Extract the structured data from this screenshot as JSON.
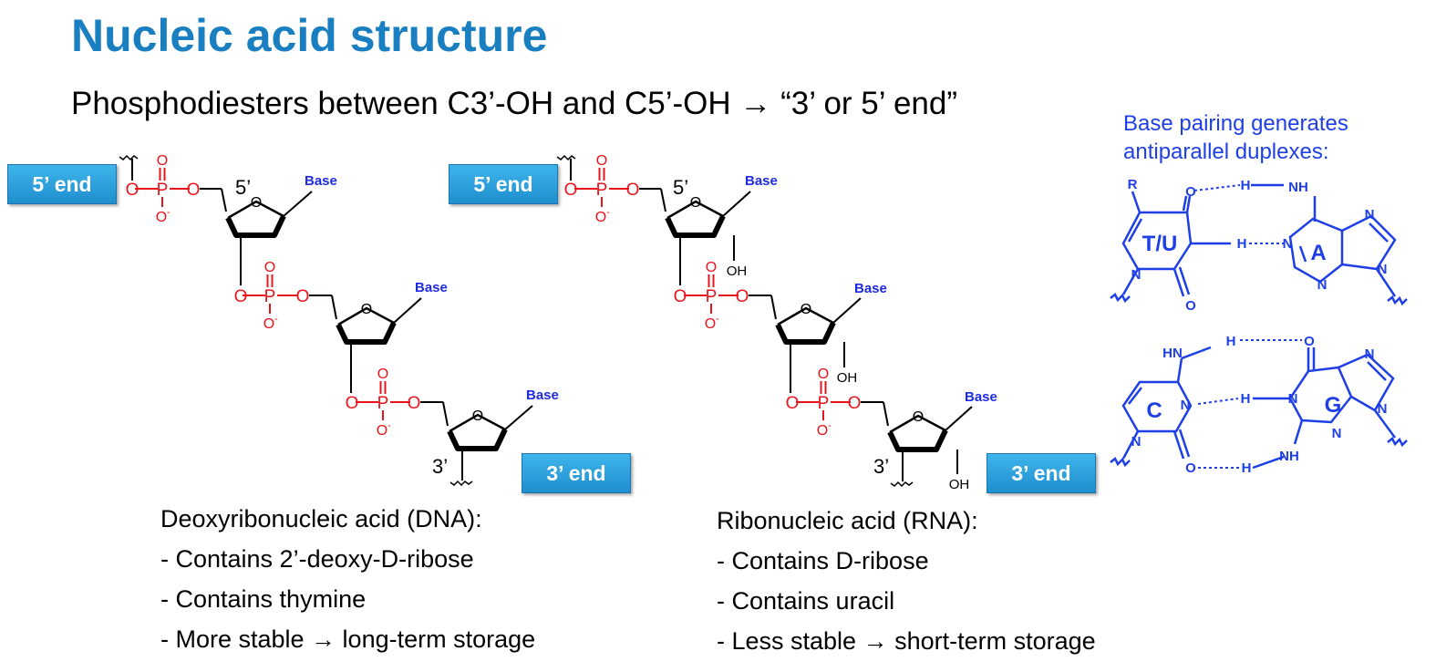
{
  "title": "Nucleic acid structure",
  "subtitle": "Phosphodiesters between C3’-OH and C5’-OH → “3’ or 5’ end”",
  "ends": {
    "five_prime": "5’ end",
    "three_prime": "3’ end"
  },
  "labels": {
    "c5": "5’",
    "c3": "3’",
    "base": "Base",
    "o": "O",
    "p": "P",
    "o_minus": "O",
    "minus": "-",
    "oh": "OH"
  },
  "base_pairing": {
    "caption_line1": "Base pairing generates",
    "caption_line2": "antiparallel duplexes:",
    "bases": {
      "tu": "T/U",
      "a": "A",
      "c": "C",
      "g": "G"
    },
    "atoms": {
      "r": "R",
      "h": "H",
      "nh": "NH",
      "hn": "HN",
      "n": "N",
      "o": "O"
    }
  },
  "dna": {
    "heading": "Deoxyribonucleic acid (DNA):",
    "points": [
      "- Contains 2’-deoxy-D-ribose",
      "- Contains thymine",
      "- More stable → long-term storage"
    ]
  },
  "rna": {
    "heading": "Ribonucleic acid (RNA):",
    "points": [
      "- Contains D-ribose",
      "- Contains uracil",
      "- Less stable → short-term storage"
    ]
  },
  "colors": {
    "title": "#1a7fc1",
    "phosphate": "#e8141b",
    "base_label": "#1f2be0",
    "pairing": "#1f3fe6",
    "end_button": "#2a9fdc"
  }
}
